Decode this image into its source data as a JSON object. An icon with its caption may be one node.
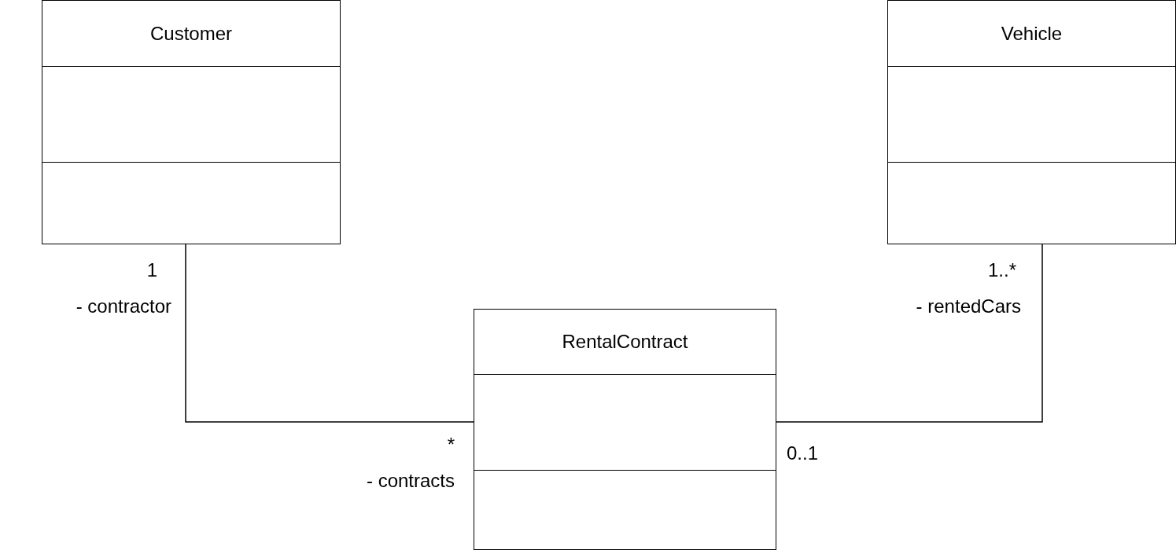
{
  "diagram": {
    "nodes": [
      {
        "text": [
          "Customer"
        ]
      },
      {
        "text": [
          "Vehicle"
        ]
      },
      {
        "text": [
          "RentalContract"
        ]
      }
    ],
    "edges": [
      {
        "from": 0,
        "to": 2,
        "arrow": "none"
      },
      {
        "from": 2,
        "to": 1,
        "arrow": "none"
      }
    ],
    "labels": [
      "1",
      "1..*",
      "- contractor",
      "- rentedCars",
      "*",
      "0..1",
      "- contracts"
    ]
  }
}
